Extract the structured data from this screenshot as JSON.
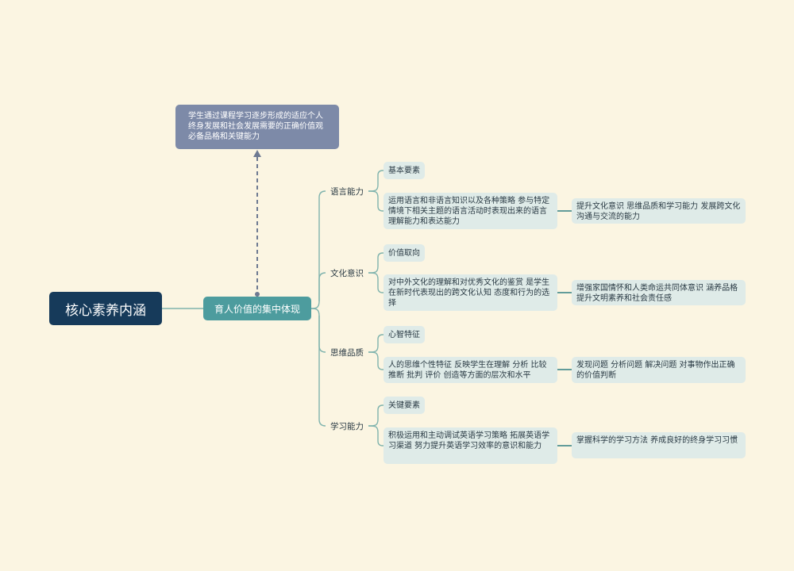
{
  "root": {
    "label": "核心素养内涵"
  },
  "hub": {
    "label": "育人价值的集中体现"
  },
  "note": {
    "text": "学生通过课程学习逐步形成的适应个人终身发展和社会发展需要的正确价值观 必备品格和关键能力"
  },
  "colors": {
    "background": "#fbf5e2",
    "root": "#163a5a",
    "hub": "#4d9c9e",
    "note": "#7d8aa8",
    "leaf": "#dfebe8",
    "connector": "#7fb3ad",
    "dashed_connector": "#6e7a92"
  },
  "categories": [
    {
      "label": "语言能力",
      "tag": "基本要素",
      "detail": "运用语言和非语言知识以及各种策略 参与特定情境下相关主题的语言活动时表现出来的语言理解能力和表达能力",
      "outcome": "提升文化意识 思维品质和学习能力 发展跨文化沟通与交流的能力"
    },
    {
      "label": "文化意识",
      "tag": "价值取向",
      "detail": "对中外文化的理解和对优秀文化的鉴赏 是学生在新时代表现出的跨文化认知 态度和行为的选择",
      "outcome": "增强家国情怀和人类命运共同体意识 涵养品格 提升文明素养和社会责任感"
    },
    {
      "label": "思维品质",
      "tag": "心智特征",
      "detail": "人的思维个性特征 反映学生在理解 分析 比较 推断 批判 评价 创造等方面的层次和水平",
      "outcome": "发现问题 分析问题 解决问题 对事物作出正确的价值判断"
    },
    {
      "label": "学习能力",
      "tag": "关键要素",
      "detail": "积极运用和主动调试英语学习策略 拓展英语学习渠道 努力提升英语学习效率的意识和能力",
      "outcome": "掌握科学的学习方法 养成良好的终身学习习惯"
    }
  ]
}
